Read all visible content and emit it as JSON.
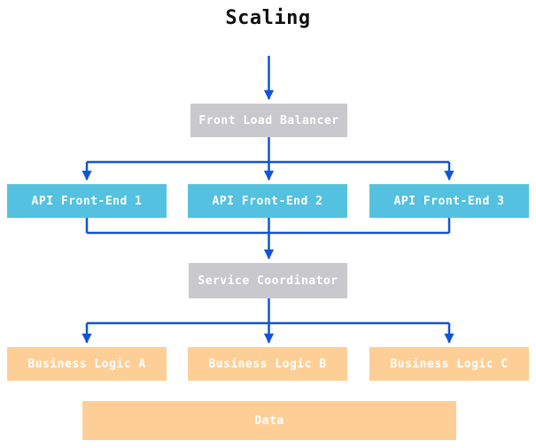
{
  "title": "Scaling",
  "colors": {
    "arrow": "#1155d4",
    "coordinator_bg": "#c9c9cd",
    "api_bg": "#54c1e0",
    "logic_bg": "#fdcf96",
    "node_text": "#ffffff",
    "title_text": "#111111",
    "background": "#ffffff"
  },
  "diagram": {
    "type": "flowchart",
    "nodes": [
      {
        "id": "front-load-balancer",
        "label": "Front Load Balancer",
        "kind": "coordinator"
      },
      {
        "id": "api-front-end-1",
        "label": "API Front-End 1",
        "kind": "api"
      },
      {
        "id": "api-front-end-2",
        "label": "API Front-End 2",
        "kind": "api"
      },
      {
        "id": "api-front-end-3",
        "label": "API Front-End 3",
        "kind": "api"
      },
      {
        "id": "service-coordinator",
        "label": "Service Coordinator",
        "kind": "coordinator"
      },
      {
        "id": "business-logic-a",
        "label": "Business Logic A",
        "kind": "logic"
      },
      {
        "id": "business-logic-b",
        "label": "Business Logic B",
        "kind": "logic"
      },
      {
        "id": "business-logic-c",
        "label": "Business Logic C",
        "kind": "logic"
      },
      {
        "id": "data",
        "label": "Data",
        "kind": "data"
      }
    ],
    "edges": [
      {
        "from": "title",
        "to": "front-load-balancer"
      },
      {
        "from": "front-load-balancer",
        "to": "api-front-end-1"
      },
      {
        "from": "front-load-balancer",
        "to": "api-front-end-2"
      },
      {
        "from": "front-load-balancer",
        "to": "api-front-end-3"
      },
      {
        "from": "api-front-end-1",
        "to": "service-coordinator"
      },
      {
        "from": "api-front-end-2",
        "to": "service-coordinator"
      },
      {
        "from": "api-front-end-3",
        "to": "service-coordinator"
      },
      {
        "from": "service-coordinator",
        "to": "business-logic-a"
      },
      {
        "from": "service-coordinator",
        "to": "business-logic-b"
      },
      {
        "from": "service-coordinator",
        "to": "business-logic-c"
      }
    ]
  }
}
